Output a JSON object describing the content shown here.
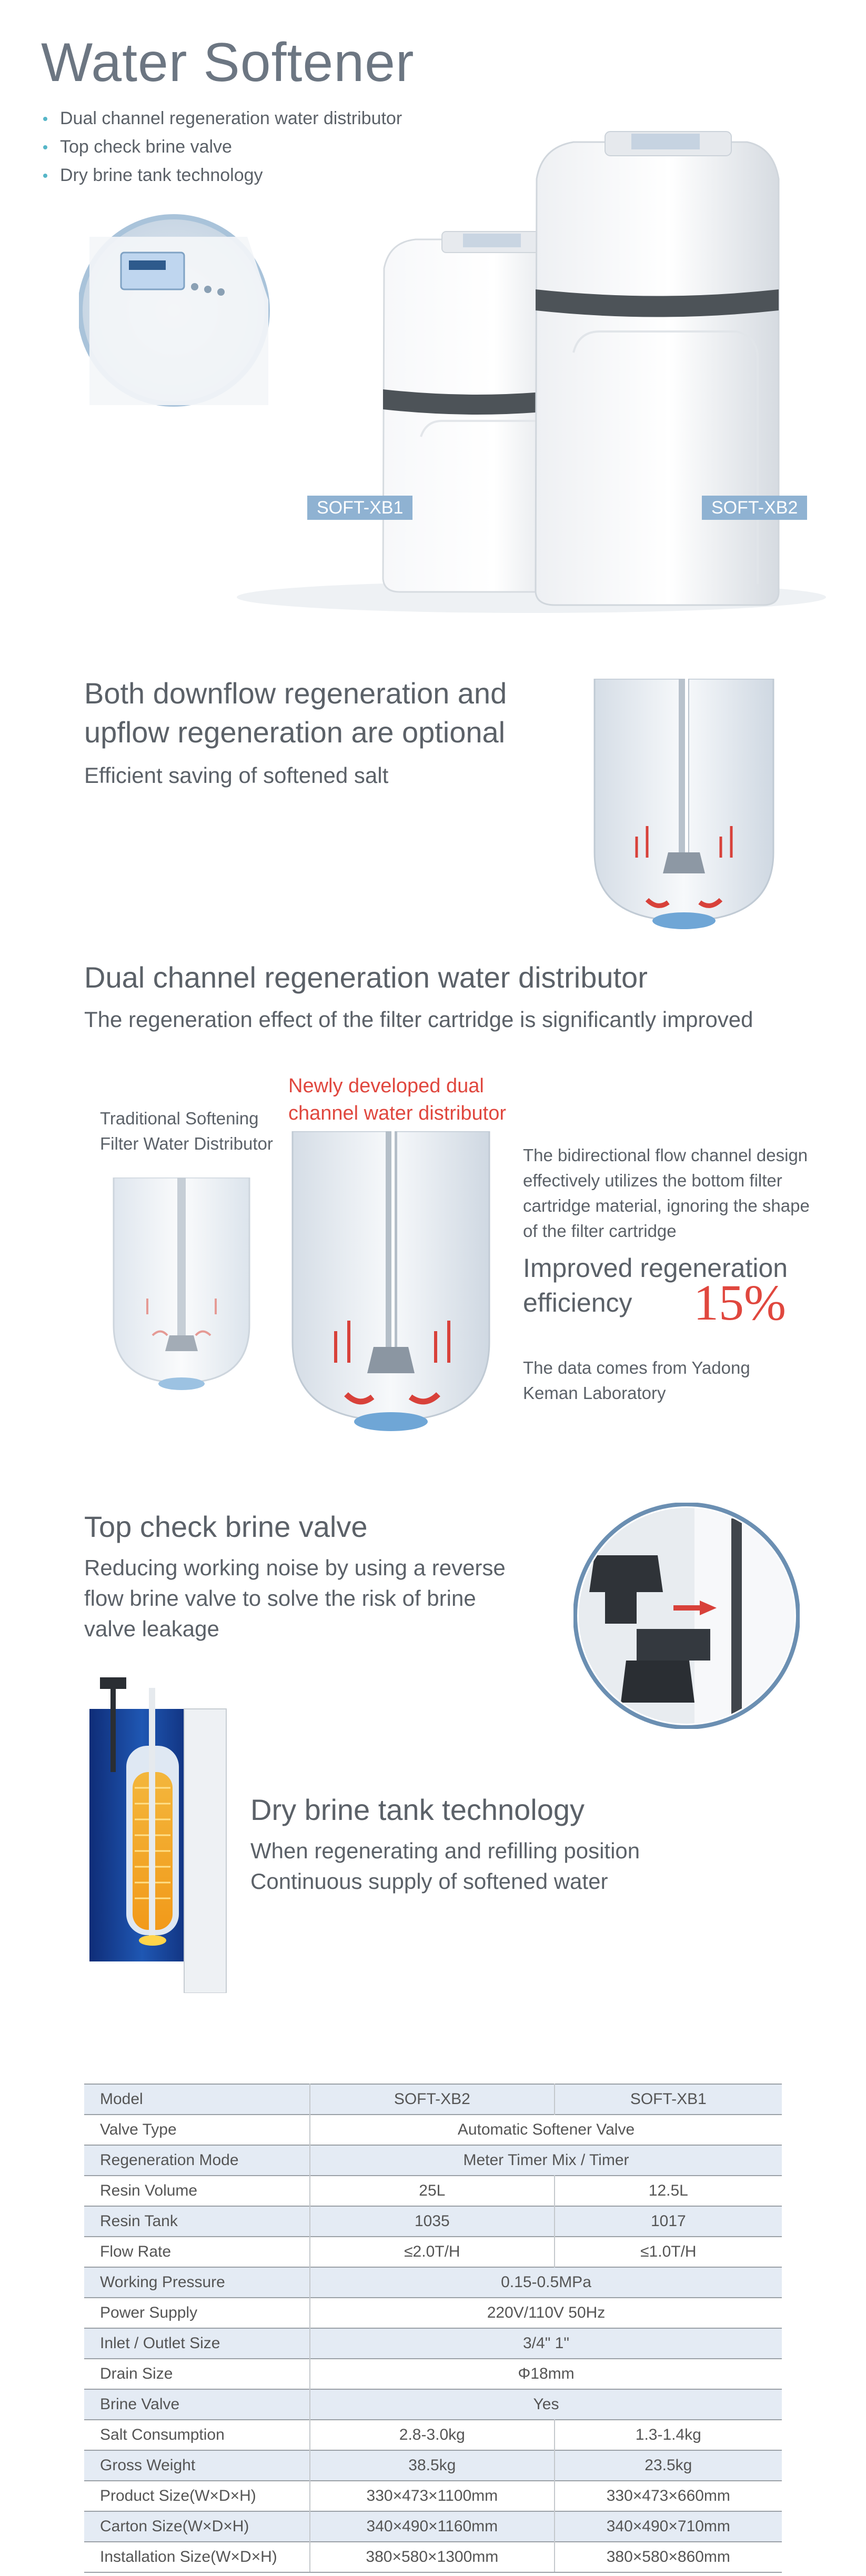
{
  "hero": {
    "title": "Water Softener",
    "features": [
      "Dual channel regeneration water distributor",
      "Top check brine valve",
      "Dry brine tank technology"
    ],
    "label_xb1": "SOFT-XB1",
    "label_xb2": "SOFT-XB2"
  },
  "regen": {
    "title_line1": "Both downflow regeneration and",
    "title_line2": "upflow regeneration are optional",
    "subtitle": "Efficient saving of softened salt"
  },
  "distributor": {
    "title": "Dual channel regeneration water distributor",
    "subtitle": "The regeneration effect of the filter cartridge is significantly improved",
    "traditional_line1": "Traditional Softening",
    "traditional_line2": "Filter Water Distributor",
    "new_line1": "Newly developed dual",
    "new_line2": "channel water distributor",
    "desc_line1": "The bidirectional flow channel design",
    "desc_line2": "effectively utilizes the bottom filter",
    "desc_line3": "cartridge material, ignoring the shape",
    "desc_line4": "of the filter cartridge",
    "improved_line1": "Improved regeneration",
    "improved_line2": "efficiency",
    "percent": "15%",
    "source_line1": "The data comes from Yadong",
    "source_line2": "Keman Laboratory"
  },
  "brine_valve": {
    "title": "Top check brine valve",
    "line1": "Reducing working noise by using a reverse",
    "line2": "flow brine valve to solve the risk of brine",
    "line3": "valve leakage"
  },
  "dry_tank": {
    "title": "Dry brine tank technology",
    "line1": "When regenerating and refilling position",
    "line2": "Continuous supply of softened water"
  },
  "spec_table": {
    "rows": [
      {
        "k": "Model",
        "a": "SOFT-XB2",
        "b": "SOFT-XB1"
      },
      {
        "k": "Valve Type",
        "span": "Automatic Softener Valve"
      },
      {
        "k": "Regeneration Mode",
        "span": "Meter Timer Mix / Timer"
      },
      {
        "k": "Resin Volume",
        "a": "25L",
        "b": "12.5L"
      },
      {
        "k": "Resin Tank",
        "a": "1035",
        "b": "1017"
      },
      {
        "k": "Flow Rate",
        "a": "≤2.0T/H",
        "b": "≤1.0T/H"
      },
      {
        "k": "Working Pressure",
        "span": "0.15-0.5MPa"
      },
      {
        "k": "Power Supply",
        "span": "220V/110V 50Hz"
      },
      {
        "k": "Inlet / Outlet Size",
        "span": "3/4\"  1\""
      },
      {
        "k": "Drain Size",
        "span": "Φ18mm"
      },
      {
        "k": "Brine Valve",
        "span": "Yes"
      },
      {
        "k": "Salt Consumption",
        "a": "2.8-3.0kg",
        "b": "1.3-1.4kg"
      },
      {
        "k": "Gross Weight",
        "a": "38.5kg",
        "b": "23.5kg"
      },
      {
        "k": "Product Size(W×D×H)",
        "a": "330×473×1100mm",
        "b": "330×473×660mm"
      },
      {
        "k": "Carton Size(W×D×H)",
        "a": "340×490×1160mm",
        "b": "340×490×710mm"
      },
      {
        "k": "Installation Size(W×D×H)",
        "a": "380×580×1300mm",
        "b": "380×580×860mm"
      }
    ]
  },
  "colors": {
    "accent": "#56b6c8",
    "tag": "#8fb2d2",
    "red": "#e0473e",
    "band": "#4d5358",
    "row_alt": "#e4ebf4"
  }
}
